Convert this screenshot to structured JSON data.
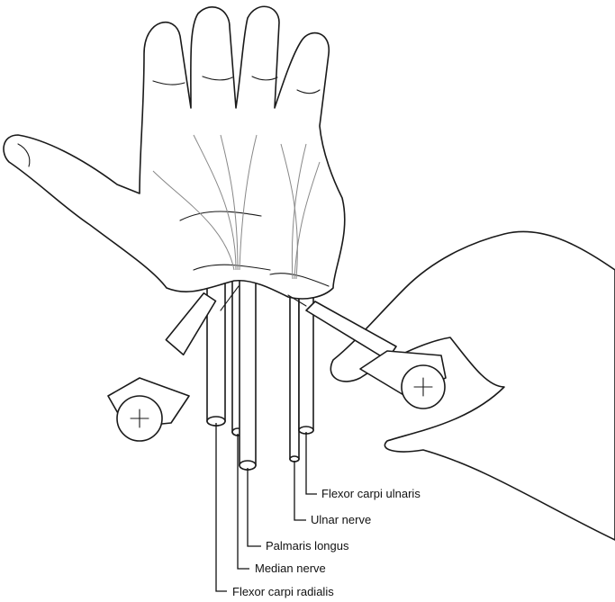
{
  "labels": {
    "flexor_carpi_ulnaris": "Flexor carpi ulnaris",
    "ulnar_nerve": "Ulnar nerve",
    "palmaris_longus": "Palmaris longus",
    "median_nerve": "Median nerve",
    "flexor_carpi_radialis": "Flexor carpi radialis"
  }
}
